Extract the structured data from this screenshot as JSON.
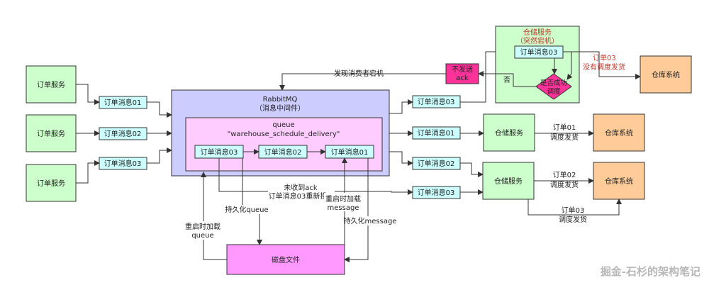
{
  "nodes": {
    "order_service_1": "订单服务",
    "order_service_2": "订单服务",
    "order_service_3": "订单服务",
    "msg_in_1": "订单消息01",
    "msg_in_2": "订单消息02",
    "msg_in_3": "订单消息03",
    "rabbitmq_title": "RabbitMQ",
    "rabbitmq_subtitle": "（消息中间件）",
    "queue_title": "queue",
    "queue_name": "\"warehouse_schedule_delivery\"",
    "queue_msg_03": "订单消息03",
    "queue_msg_02": "订单消息02",
    "queue_msg_01": "订单消息01",
    "disk_file": "磁盘文件",
    "out_msg_03_top": "订单消息03",
    "out_msg_01": "订单消息01",
    "out_msg_02": "订单消息02",
    "out_msg_03_bottom": "订单消息03",
    "no_ack": [
      "不发送",
      "ack"
    ],
    "crashed_service_title": [
      "仓储服务",
      "（突然宕机）"
    ],
    "crashed_msg_03": "订单消息03",
    "decision": [
      "是否成功",
      "调度"
    ],
    "warehouse_service_1": "仓储服务",
    "warehouse_service_2": "仓储服务",
    "storage_system_top": "仓库系统",
    "storage_system_1": "仓库系统",
    "storage_system_2": "仓库系统"
  },
  "labels": {
    "consumer_down": "发现消费者宕机",
    "no": "否",
    "not_dispatched": [
      "订单03",
      "没有调度发货"
    ],
    "dispatch_01": [
      "订单01",
      "调度发货"
    ],
    "dispatch_02": [
      "订单02",
      "调度发货"
    ],
    "dispatch_03": [
      "订单03",
      "调度发货"
    ],
    "resend": [
      "未收到ack",
      "订单消息03重新投"
    ],
    "restart_message": [
      "重启时加载",
      "message"
    ],
    "persist_queue": "持久化queue",
    "persist_message": "持久化message",
    "restart_queue": [
      "重启时加载",
      "queue"
    ]
  },
  "watermark": "掘金-石杉的架构笔记",
  "colors": {
    "service_fill": "#ccffcc",
    "message_fill": "#ccffff",
    "rabbitmq_fill": "#ccccff",
    "queue_fill": "#ffccff",
    "disk_fill": "#ff99ff",
    "storage_fill": "#ffcc99",
    "no_ack_fill": "#ff3399",
    "decision_fill": "#ff3399",
    "warning_text": "#c0392b",
    "stroke": "#333333"
  }
}
